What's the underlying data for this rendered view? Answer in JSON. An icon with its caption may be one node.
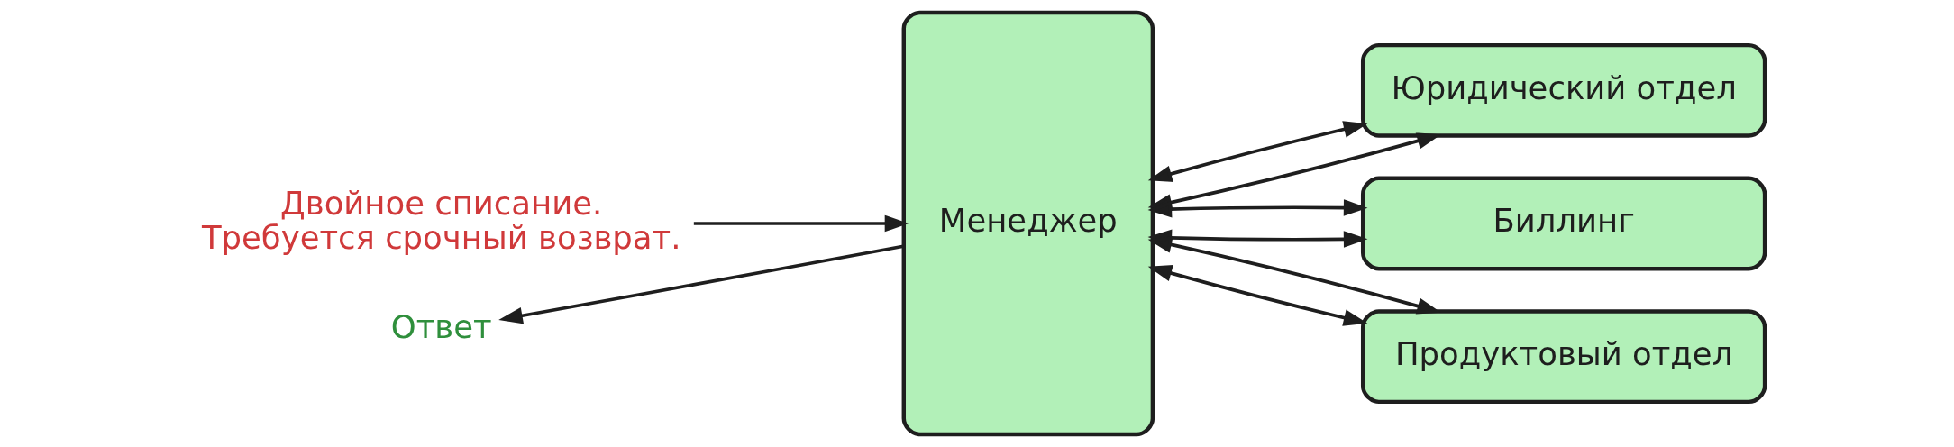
{
  "diagram": {
    "nodes": [
      {
        "text": [
          "Двойное списание. Требуется срочный возврат."
        ]
      },
      {
        "text": [
          "Ответ"
        ]
      },
      {
        "text": [
          "Менеджер"
        ]
      },
      {
        "text": [
          "Юридический отдел"
        ]
      },
      {
        "text": [
          "Биллинг"
        ]
      },
      {
        "text": [
          "Продуктовый отдел"
        ]
      }
    ],
    "edges": [
      {
        "from": 0,
        "to": 2,
        "arrow": "to"
      },
      {
        "from": 2,
        "to": 1,
        "arrow": "to"
      },
      {
        "from": 2,
        "to": 3,
        "arrow": "both"
      },
      {
        "from": 2,
        "to": 3,
        "arrow": "both"
      },
      {
        "from": 2,
        "to": 4,
        "arrow": "both"
      },
      {
        "from": 2,
        "to": 4,
        "arrow": "both"
      },
      {
        "from": 2,
        "to": 5,
        "arrow": "both"
      },
      {
        "from": 2,
        "to": 5,
        "arrow": "both"
      }
    ]
  }
}
